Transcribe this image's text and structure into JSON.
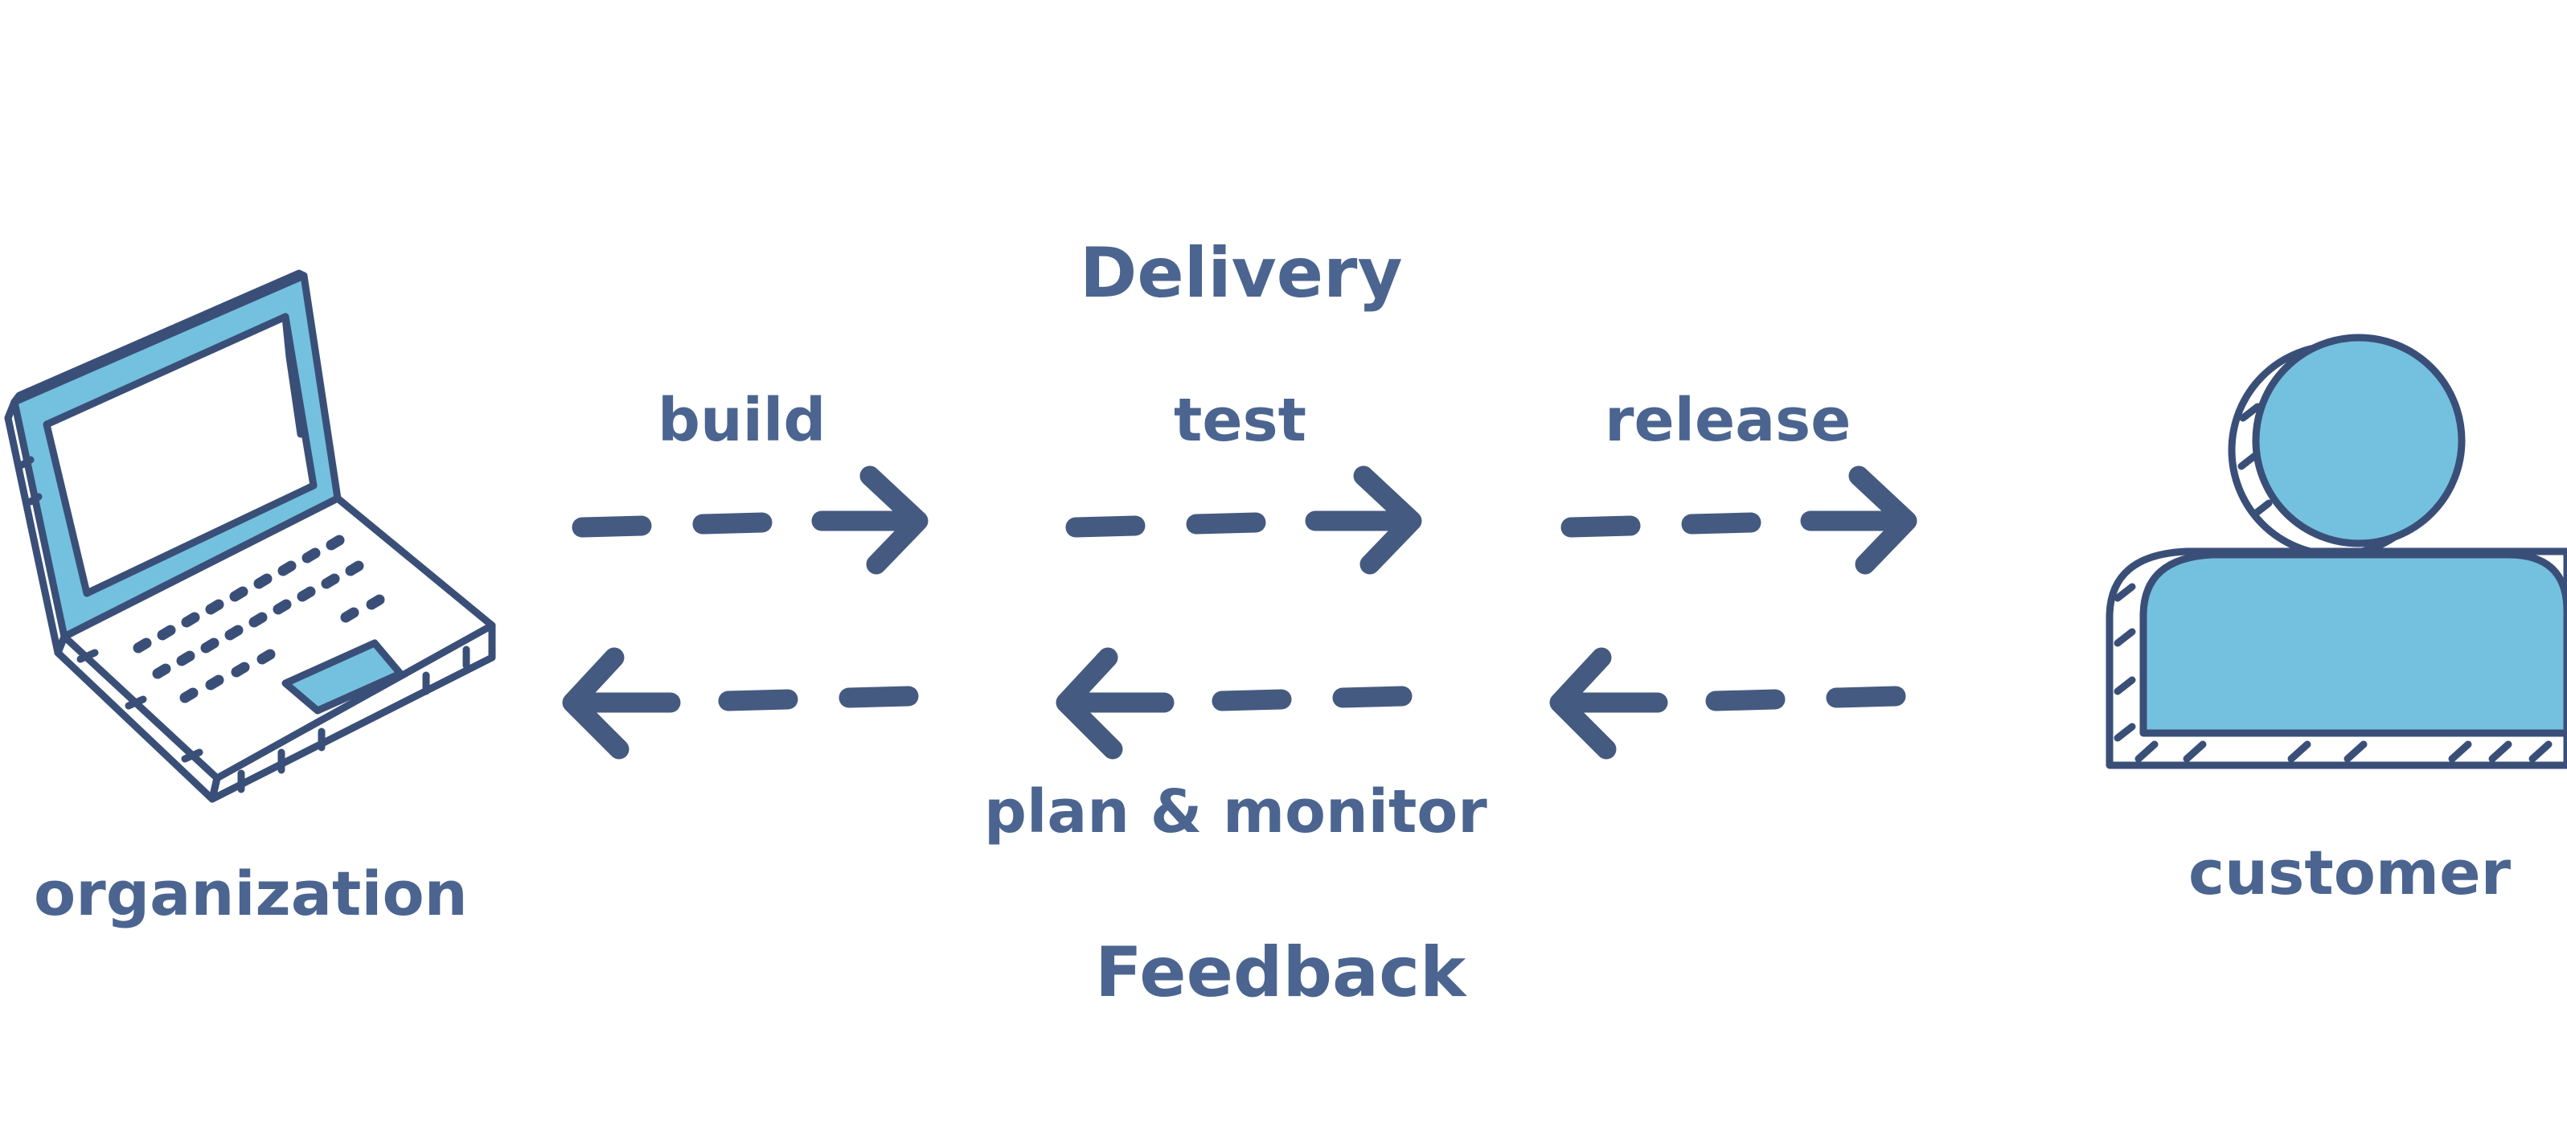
{
  "diagram": {
    "delivery_title": "Delivery",
    "feedback_title": "Feedback",
    "steps": {
      "build": "build",
      "test": "test",
      "release": "release",
      "plan_monitor": "plan & monitor"
    },
    "actors": {
      "organization": "organization",
      "customer": "customer"
    },
    "icons": {
      "organization": "laptop-icon",
      "customer": "user-icon"
    }
  },
  "colors": {
    "text": "#4b6590",
    "arrow": "#455a80",
    "outline": "#3a4f78",
    "accent_fill": "#74c0df",
    "background": "#ffffff"
  }
}
